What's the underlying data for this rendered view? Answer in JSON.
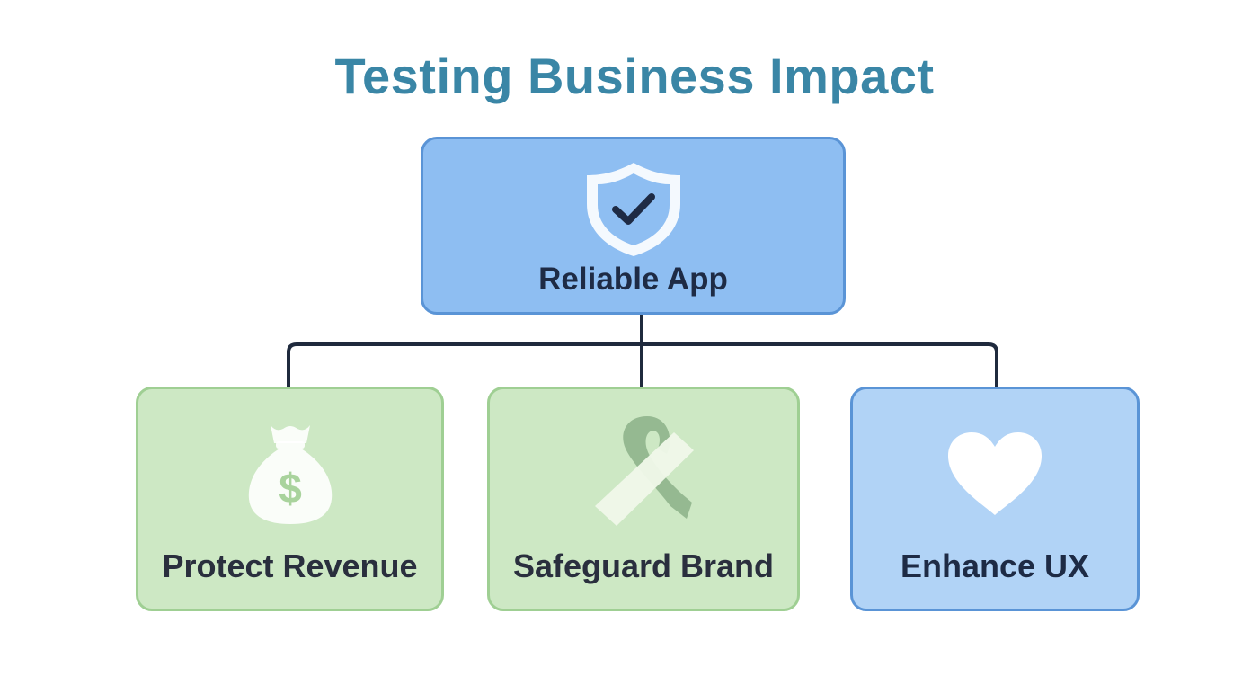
{
  "title": "Testing Business Impact",
  "root": {
    "label": "Reliable App",
    "icon": "shield-check-icon"
  },
  "children": [
    {
      "label": "Protect Revenue",
      "icon": "money-bag-icon"
    },
    {
      "label": "Safeguard Brand",
      "icon": "ribbon-icon"
    },
    {
      "label": "Enhance UX",
      "icon": "heart-icon"
    }
  ],
  "colors": {
    "title": "#3a86a6",
    "root_fill": "#8ebef2",
    "green_fill": "#cde8c4",
    "blue_fill": "#b1d3f6",
    "connector": "#1f2a3d"
  }
}
